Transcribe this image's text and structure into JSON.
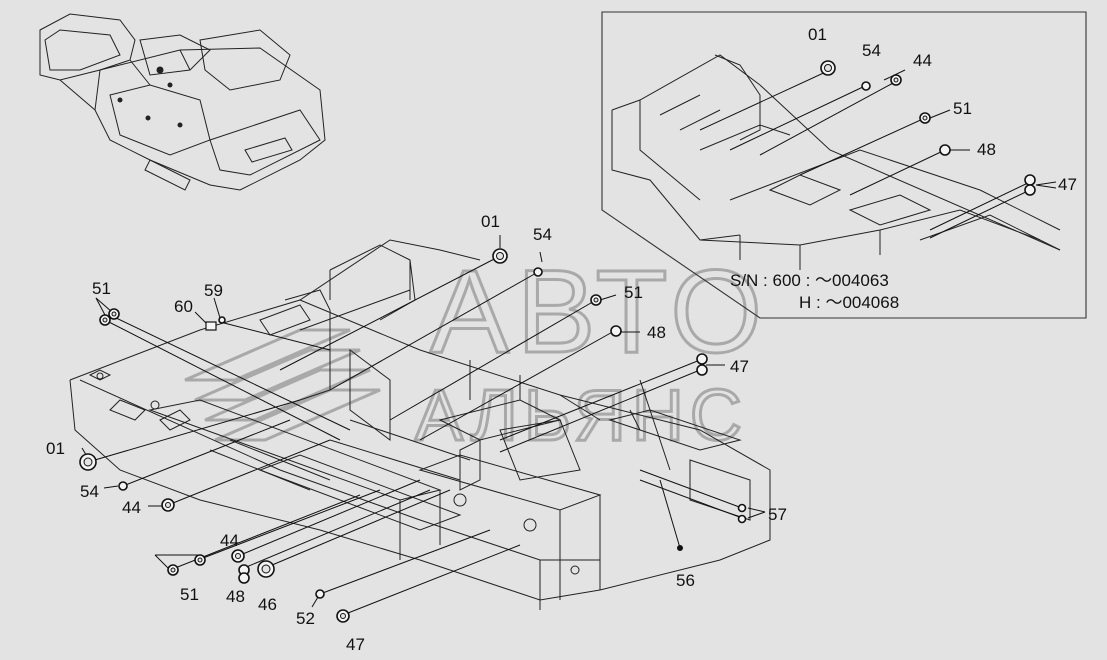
{
  "inset": {
    "callouts": [
      "01",
      "54",
      "44",
      "51",
      "48",
      "47"
    ],
    "serial_note": {
      "line1": "S/N : 600 :  ～004063",
      "line2": "H :  ～004068"
    }
  },
  "main": {
    "callouts": [
      "51",
      "59",
      "60",
      "01",
      "54",
      "44",
      "01",
      "54",
      "51",
      "48",
      "47",
      "57",
      "56",
      "44",
      "48",
      "46",
      "52",
      "47",
      "51"
    ]
  },
  "watermark": {
    "line1": "АВТО",
    "line2": "АЛЬЯНС"
  },
  "colors": {
    "background": "#e3e3e3",
    "lines": "#222222",
    "watermark": "#a9a9a9"
  }
}
